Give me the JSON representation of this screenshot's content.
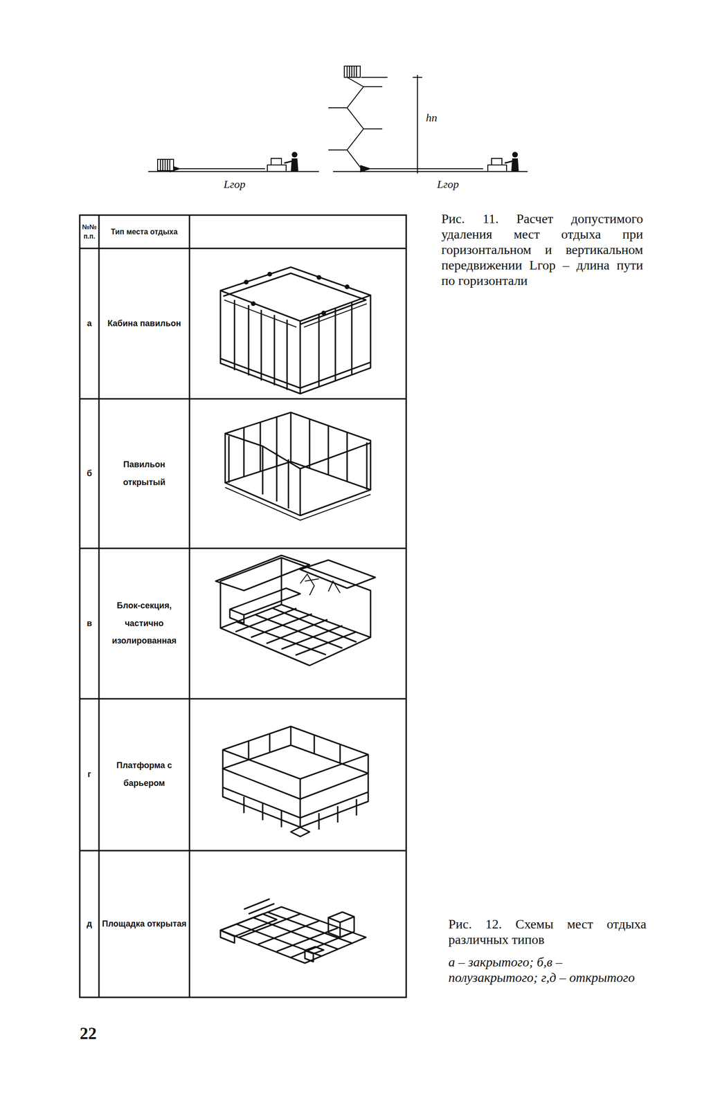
{
  "diagram": {
    "labels": [
      "Lгор",
      "hп",
      "Lгор",
      "№№ п.п.",
      "Тип места отдыха",
      "а",
      "Кабина павильон",
      "б",
      "Павильон открытый",
      "в",
      "Блок-секция, частично изолированная",
      "г",
      "Платформа с барьером",
      "д",
      "Площадка открытая",
      "Рис. 11. Расчет допустимого удаления мест отдыха при горизонтальном и вертикальном передвижении Lгор – длина пути по горизонтали",
      "Рис. 12. Схемы мест отдыха различных типов",
      "а – закрытого; б,в – полузакрытого; г,д – открытого",
      "22"
    ]
  }
}
